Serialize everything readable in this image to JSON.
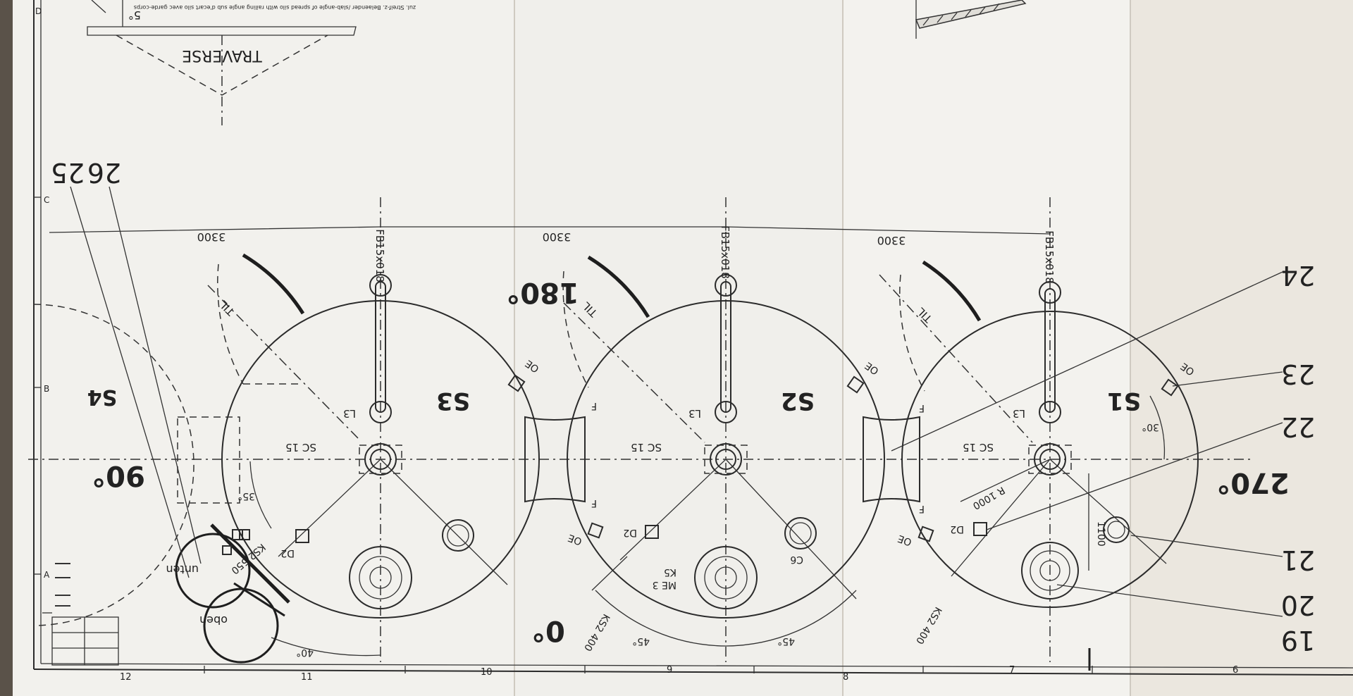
{
  "drawing": {
    "silo_labels": [
      "S1",
      "S2",
      "S3",
      "S4"
    ],
    "angle_labels": {
      "a270": "270°",
      "a180": "180°",
      "a90": "90°",
      "a0": "0°"
    },
    "part_numbers": [
      "19",
      "20",
      "21",
      "22",
      "23",
      "24",
      "26",
      "25"
    ],
    "dims": {
      "d3300": "3300",
      "fb": "FB15x018",
      "sc15": "SC 15",
      "l3": "L3",
      "oe": "OE",
      "f": "F",
      "d2": "D2",
      "til": "TIL",
      "r1000": "R 1000",
      "d1100": "1100",
      "ks2_400": "KS2 400",
      "c6": "C6",
      "k5": "K5",
      "me3": "ME 3",
      "ks2_550": "KS2 550",
      "deg45": "45°",
      "deg40": "40°",
      "deg35": "35°",
      "deg30": "30°",
      "deg5": "5°",
      "unten": "unten",
      "oben": "oben",
      "traverse": "TRAVERSE",
      "note": "zul. Streif-z. Belaender /slab-angle of spread silo with railing angle sub d'ecart silo avec garde-corps"
    },
    "grid_numbers": [
      "6",
      "7",
      "8",
      "9",
      "10",
      "11",
      "12"
    ],
    "grid_letters": [
      "D",
      "C",
      "B",
      "A"
    ]
  }
}
